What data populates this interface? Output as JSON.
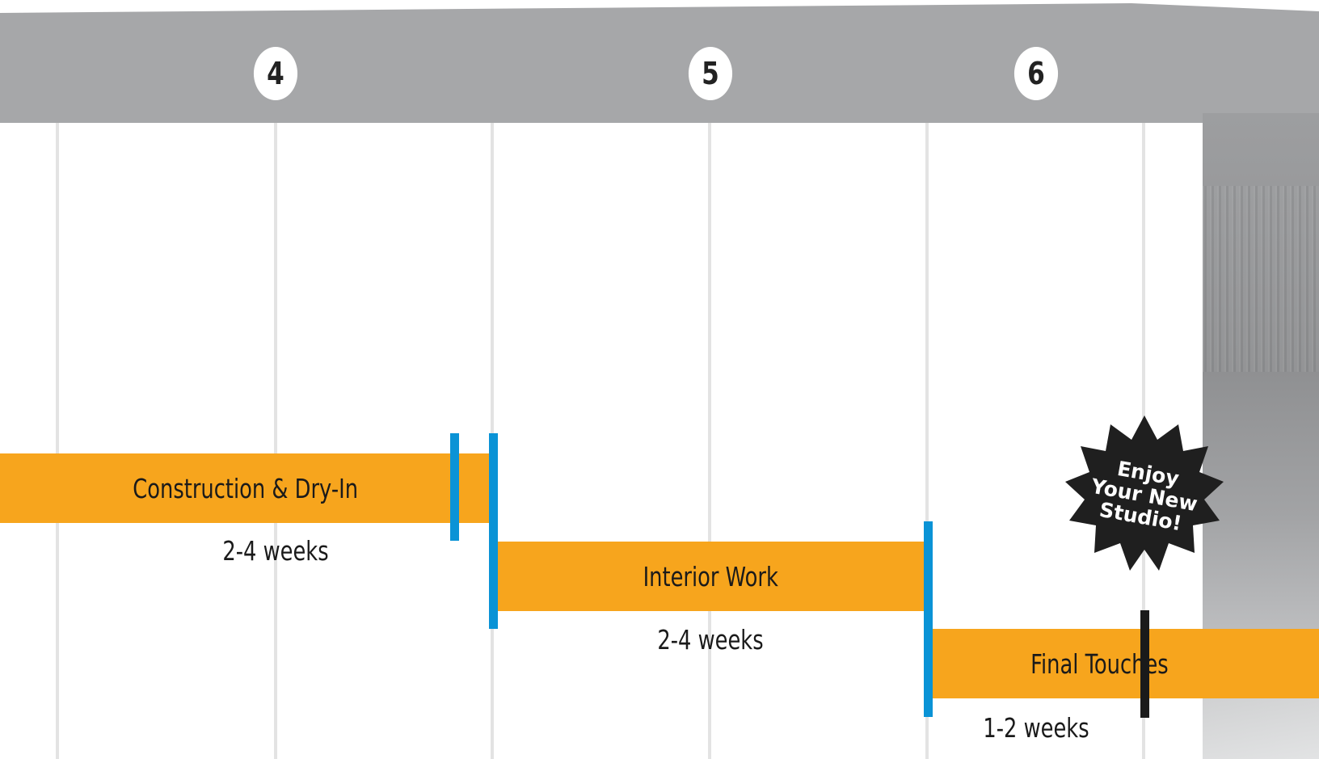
{
  "timeline": {
    "week_markers": [
      "4",
      "5",
      "6"
    ],
    "phases": [
      {
        "label": "Construction & Dry-In",
        "duration": "2-4 weeks"
      },
      {
        "label": "Interior Work",
        "duration": "2-4 weeks"
      },
      {
        "label": "Final Touches",
        "duration": "1-2 weeks"
      }
    ]
  },
  "badge": {
    "line1": "Enjoy",
    "line2": "Your New",
    "line3": "Studio!"
  },
  "colors": {
    "header": "#a6a7a9",
    "bar": "#f7a51d",
    "milestone_tick": "#0a93d6",
    "final_tick": "#1a1a1a",
    "badge": "#1f1f1f"
  }
}
